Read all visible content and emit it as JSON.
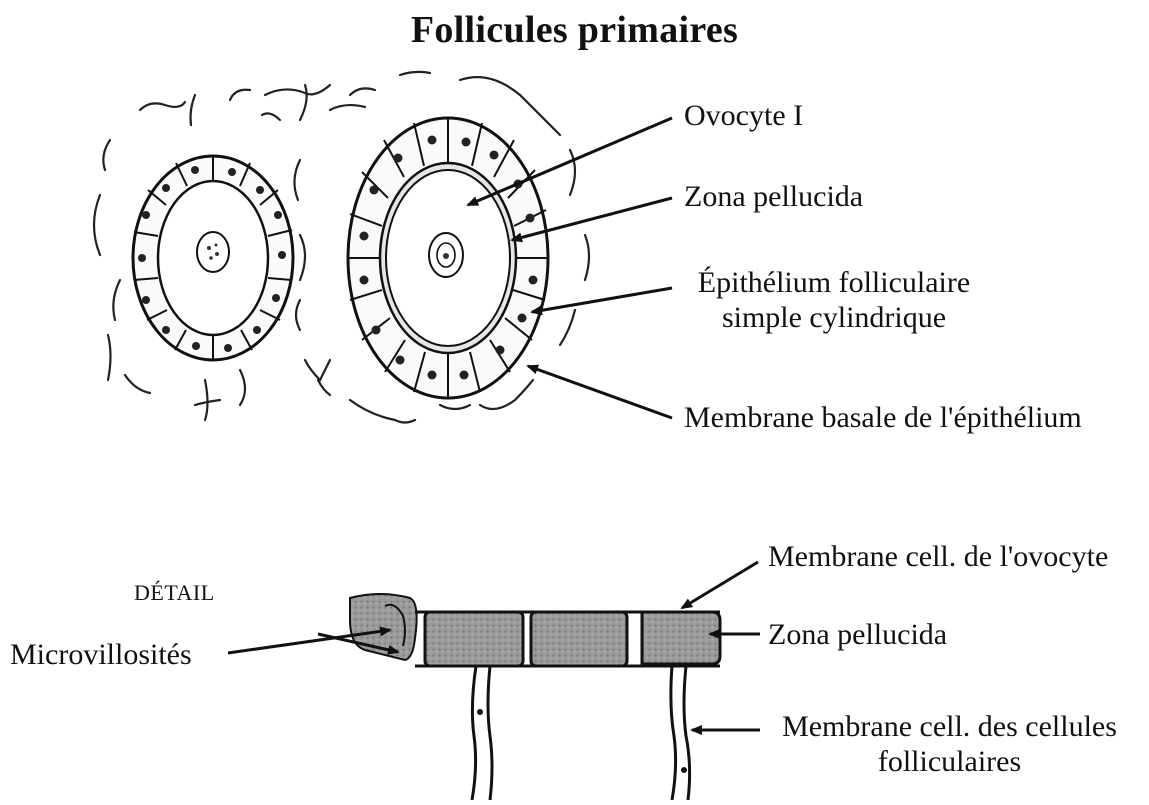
{
  "title": "Follicules primaires",
  "labels": {
    "ovocyte": "Ovocyte I",
    "zona_top": "Zona pellucida",
    "epithelium_line1": "Épithélium folliculaire",
    "epithelium_line2": "simple cylindrique",
    "membrane_basale": "Membrane basale de l'épithélium",
    "detail": "DÉTAIL",
    "microvillosites": "Microvillosités",
    "membrane_ovocyte": "Membrane cell. de l'ovocyte",
    "zona_bottom": "Zona pellucida",
    "membrane_follic_line1": "Membrane cell. des cellules",
    "membrane_follic_line2": "folliculaires"
  }
}
